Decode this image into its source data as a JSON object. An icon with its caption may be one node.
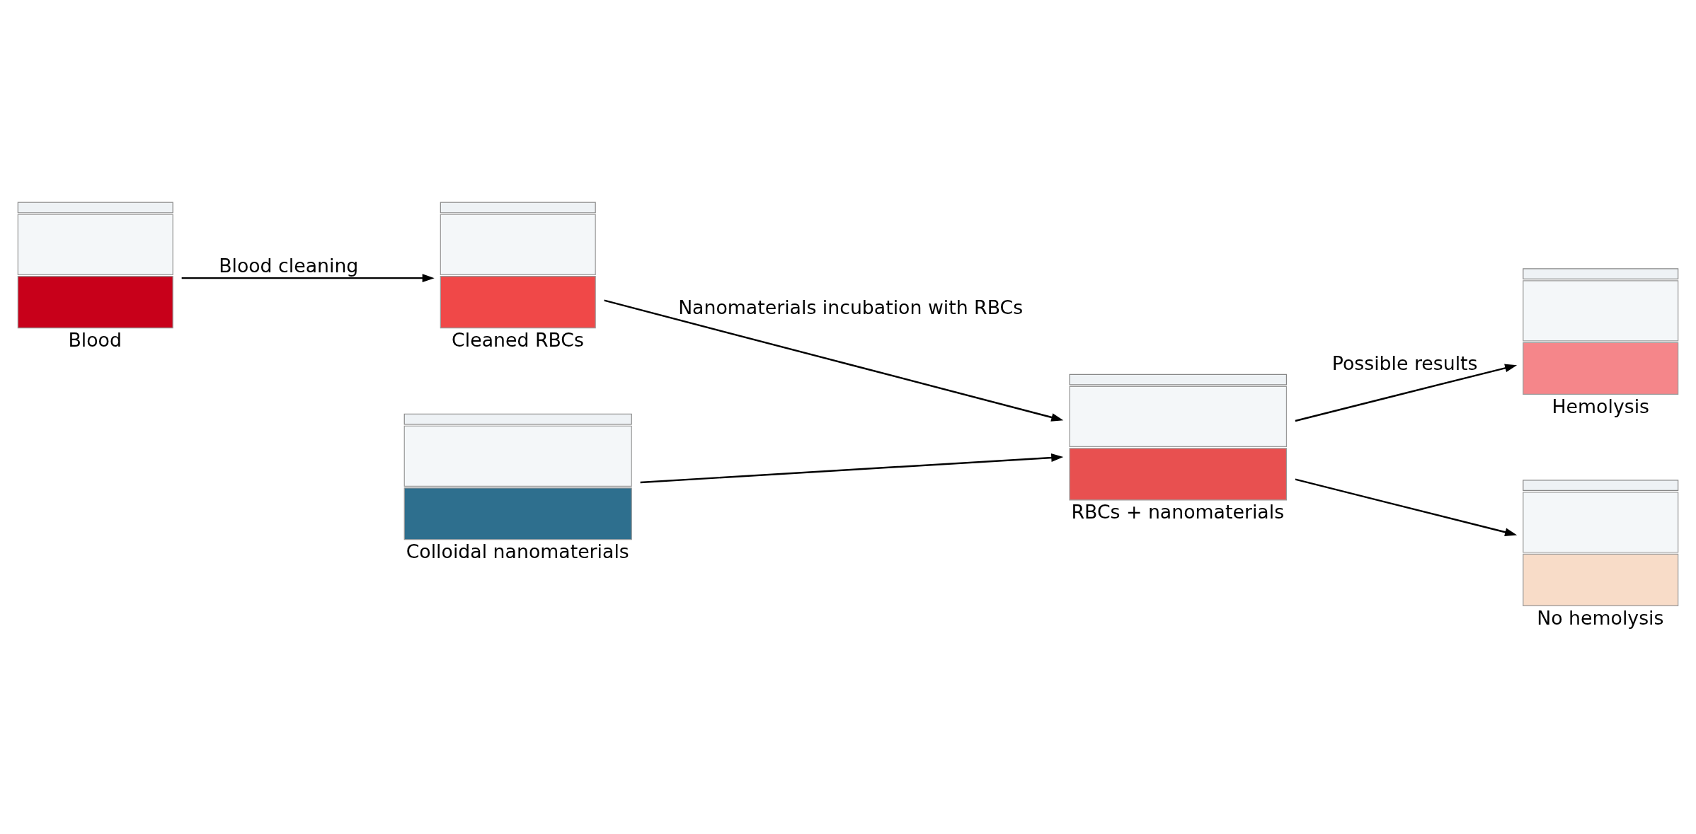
{
  "diagram": {
    "nodes": [
      {
        "text": [],
        "shape": "picture",
        "beside": [
          "Blood"
        ]
      },
      {
        "text": [],
        "shape": "picture",
        "beside": [
          "Cleaned RBCs"
        ]
      },
      {
        "text": [],
        "shape": "picture",
        "beside": [
          "Colloidal nanomaterials"
        ]
      },
      {
        "text": [],
        "shape": "picture",
        "beside": [
          "RBCs + nanomaterials"
        ]
      },
      {
        "text": [],
        "shape": "picture",
        "beside": [
          "Hemolysis"
        ]
      },
      {
        "text": [],
        "shape": "picture",
        "beside": [
          "No hemolysis"
        ]
      }
    ],
    "edges": [
      {
        "from": 0,
        "to": 1,
        "arrow": "to",
        "label": "Blood cleaning"
      },
      {
        "from": 1,
        "to": 3,
        "arrow": "to",
        "label": "Nanomaterials incubation with RBCs"
      },
      {
        "from": 2,
        "to": 3,
        "arrow": "to"
      },
      {
        "from": 3,
        "to": 4,
        "arrow": "to",
        "label": "Possible results"
      },
      {
        "from": 3,
        "to": 5,
        "arrow": "to"
      }
    ]
  }
}
